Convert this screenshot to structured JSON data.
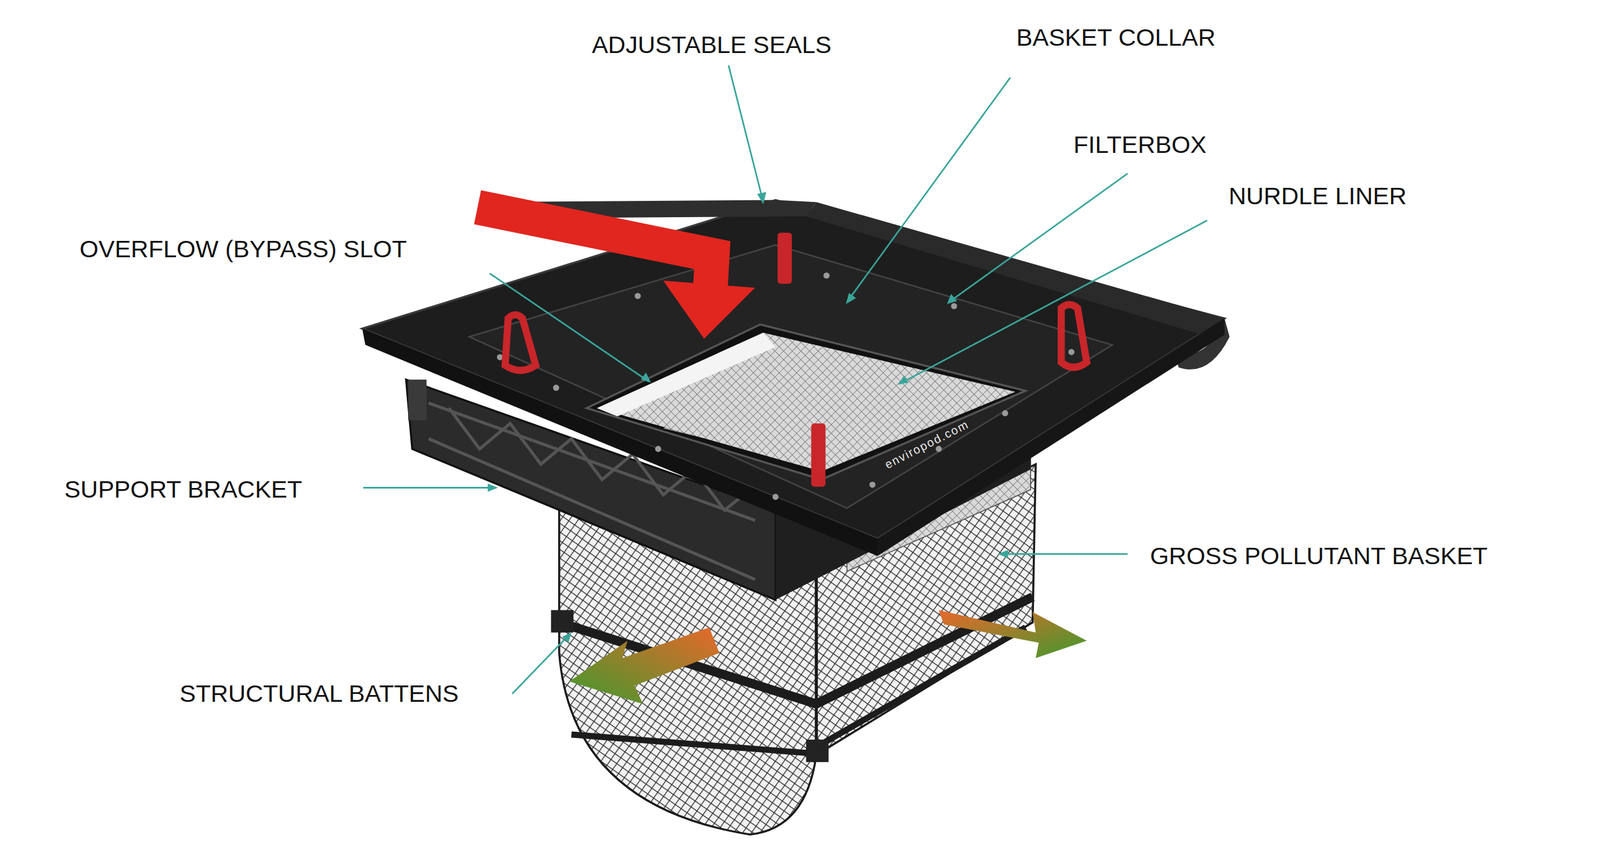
{
  "diagram": {
    "labels": [
      "ADJUSTABLE SEALS",
      "BASKET COLLAR",
      "FILTERBOX",
      "NURDLE LINER",
      "OVERFLOW (BYPASS) SLOT",
      "SUPPORT BRACKET",
      "GROSS POLLUTANT BASKET",
      "STRUCTURAL BATTENS",
      "enviropod.com"
    ]
  }
}
